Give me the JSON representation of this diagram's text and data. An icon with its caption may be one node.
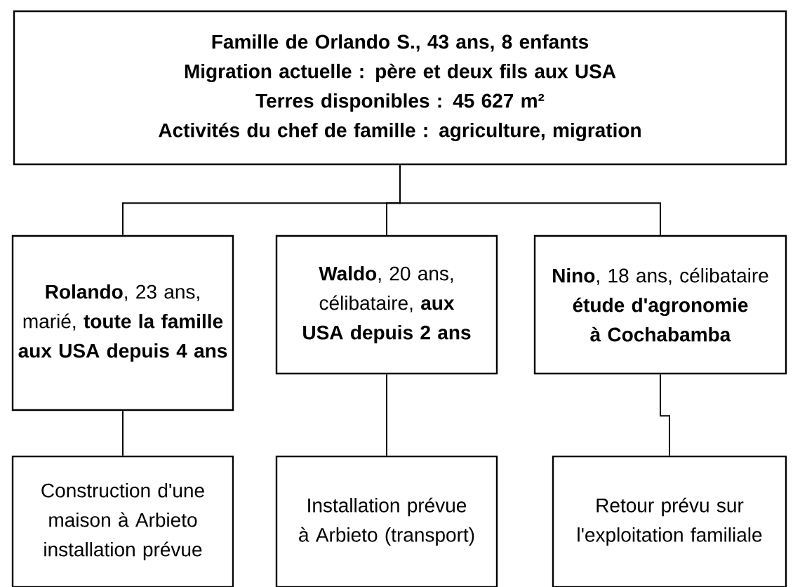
{
  "diagram": {
    "nodes": [
      {
        "text": [
          "Famille de Orlando S., 43 ans, 8 enfants",
          "Migration actuelle : père et deux fils aux USA",
          "Terres disponibles : 45 627 m²",
          "Activités du chef de famille : agriculture, migration"
        ]
      },
      {
        "text": [
          "**Rolando**, 23 ans, marié, **toute la famille aux USA depuis 4 ans**"
        ]
      },
      {
        "text": [
          "**Waldo**, 20 ans, célibataire, **aux USA depuis 2 ans**"
        ]
      },
      {
        "text": [
          "**Nino**, 18 ans, célibataire **étude d'agronomie à Cochabamba**"
        ]
      },
      {
        "text": [
          "Construction d'une maison à Arbieto installation prévue"
        ]
      },
      {
        "text": [
          "Installation prévue à Arbieto (transport)"
        ]
      },
      {
        "text": [
          "Retour prévu sur l'exploitation familiale"
        ]
      }
    ],
    "edges": [
      {
        "from": 0,
        "to": 1,
        "arrow": "none"
      },
      {
        "from": 0,
        "to": 2,
        "arrow": "none"
      },
      {
        "from": 0,
        "to": 3,
        "arrow": "none"
      },
      {
        "from": 1,
        "to": 4,
        "arrow": "none"
      },
      {
        "from": 2,
        "to": 5,
        "arrow": "none"
      },
      {
        "from": 3,
        "to": 6,
        "arrow": "none"
      }
    ]
  }
}
